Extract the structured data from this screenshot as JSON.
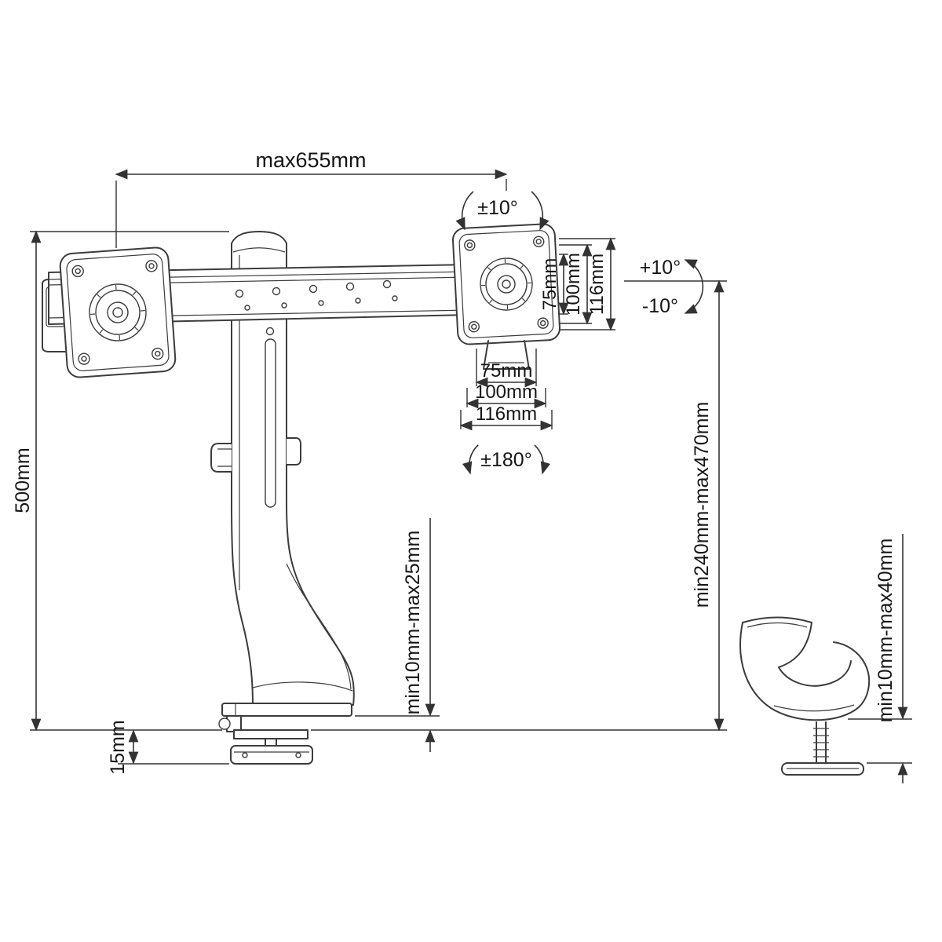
{
  "diagram": {
    "type": "technical-drawing",
    "subject": "Dual monitor desk mount arm with clamp - dimension diagram",
    "labels": {
      "max_width": "max655mm",
      "rotation_top": "±10°",
      "tilt_up": "+10°",
      "tilt_down": "-10°",
      "vesa_vertical": [
        "75mm",
        "100mm",
        "116mm"
      ],
      "vesa_horizontal": [
        "75mm",
        "100mm",
        "116mm"
      ],
      "swivel": "±180°",
      "height_total": "500mm",
      "base_height": "15mm",
      "desk_thickness_clamp": "min10mm-max25mm",
      "height_range": "min240mm-max470mm",
      "desk_thickness_grommet": "min10mm-max40mm"
    }
  }
}
